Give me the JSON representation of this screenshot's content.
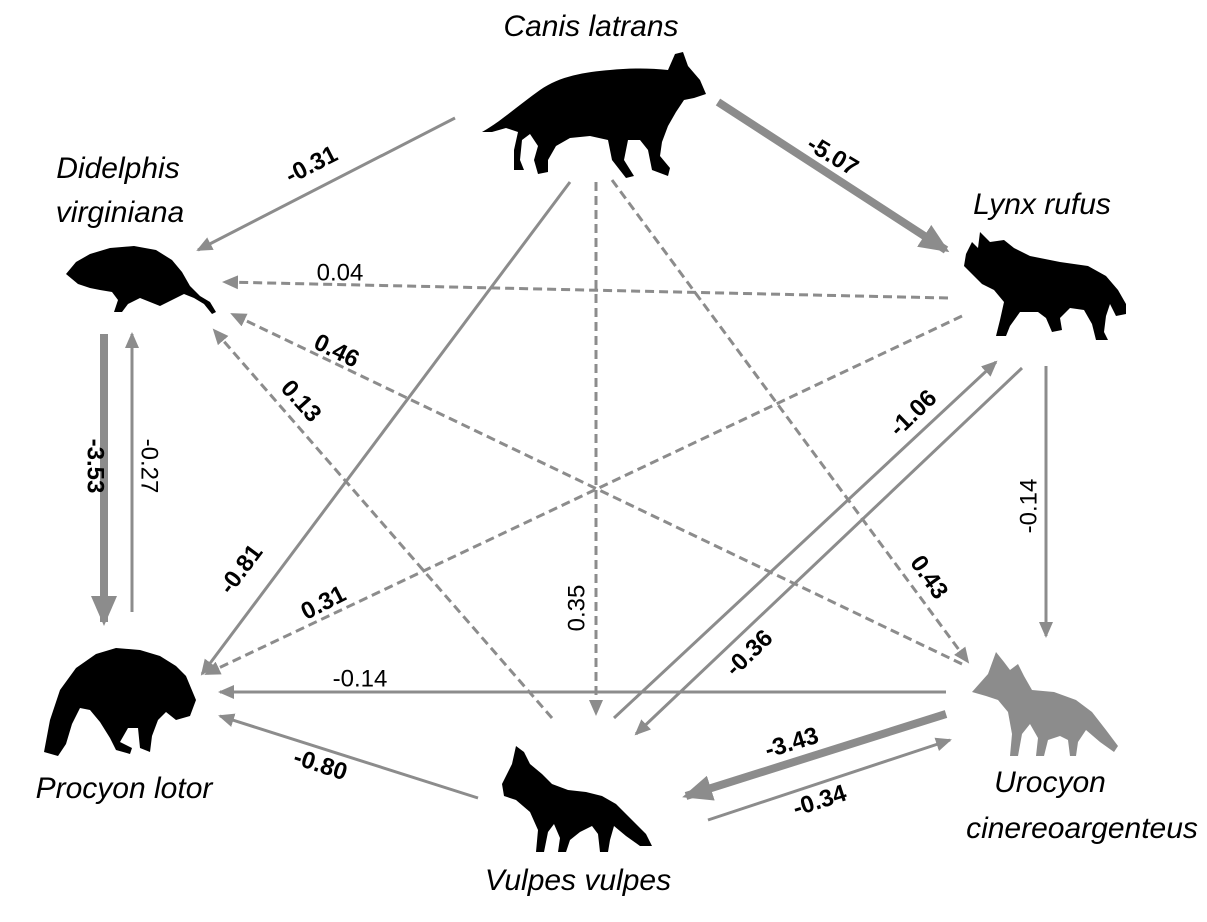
{
  "species": {
    "canis": {
      "line1": "Canis latrans",
      "line2": ""
    },
    "lynx": {
      "line1": "Lynx rufus",
      "line2": ""
    },
    "didelphis": {
      "line1": "Didelphis",
      "line2": "virginiana"
    },
    "procyon": {
      "line1": "Procyon lotor",
      "line2": ""
    },
    "vulpes": {
      "line1": "Vulpes vulpes",
      "line2": ""
    },
    "urocyon": {
      "line1": "Urocyon",
      "line2": "cinereoargenteus"
    }
  },
  "interactions": [
    {
      "id": "canis-lynx",
      "value": "-5.07",
      "strength": "strong",
      "significant": true
    },
    {
      "id": "canis-didelphis",
      "value": "-0.31",
      "strength": "normal",
      "significant": true
    },
    {
      "id": "canis-procyon",
      "value": "-0.81",
      "strength": "normal",
      "significant": true
    },
    {
      "id": "canis-vulpes",
      "value": "0.35",
      "strength": "dashed",
      "significant": false
    },
    {
      "id": "canis-urocyon",
      "value": "0.43",
      "strength": "dashed",
      "significant": true
    },
    {
      "id": "lynx-didelphis",
      "value": "0.04",
      "strength": "dashed",
      "significant": false
    },
    {
      "id": "lynx-procyon",
      "value": "0.31",
      "strength": "dashed",
      "significant": true
    },
    {
      "id": "lynx-vulpes",
      "value": "-0.36",
      "strength": "normal",
      "significant": true
    },
    {
      "id": "vulpes-lynx",
      "value": "-1.06",
      "strength": "normal",
      "significant": true
    },
    {
      "id": "lynx-urocyon",
      "value": "-0.14",
      "strength": "normal",
      "significant": false
    },
    {
      "id": "didelphis-procyon",
      "value": "-3.53",
      "strength": "strong",
      "significant": true
    },
    {
      "id": "procyon-didelphis",
      "value": "-0.27",
      "strength": "normal",
      "significant": false
    },
    {
      "id": "urocyon-didelphis",
      "value": "0.46",
      "strength": "dashed",
      "significant": true
    },
    {
      "id": "vulpes-didelphis",
      "value": "0.13",
      "strength": "dashed",
      "significant": true
    },
    {
      "id": "urocyon-procyon",
      "value": "-0.14",
      "strength": "normal",
      "significant": false
    },
    {
      "id": "vulpes-procyon",
      "value": "-0.80",
      "strength": "normal",
      "significant": true
    },
    {
      "id": "urocyon-vulpes",
      "value": "-3.43",
      "strength": "strong",
      "significant": true
    },
    {
      "id": "vulpes-urocyon",
      "value": "-0.34",
      "strength": "normal",
      "significant": true
    }
  ],
  "colors": {
    "arrow": "#8c8c8c",
    "silhouette": "#000000",
    "urocyon_silhouette": "#8c8c8c"
  },
  "icons": {
    "canis": "coyote-silhouette-icon",
    "lynx": "bobcat-silhouette-icon",
    "didelphis": "opossum-silhouette-icon",
    "procyon": "raccoon-silhouette-icon",
    "vulpes": "red-fox-silhouette-icon",
    "urocyon": "gray-fox-silhouette-icon"
  }
}
